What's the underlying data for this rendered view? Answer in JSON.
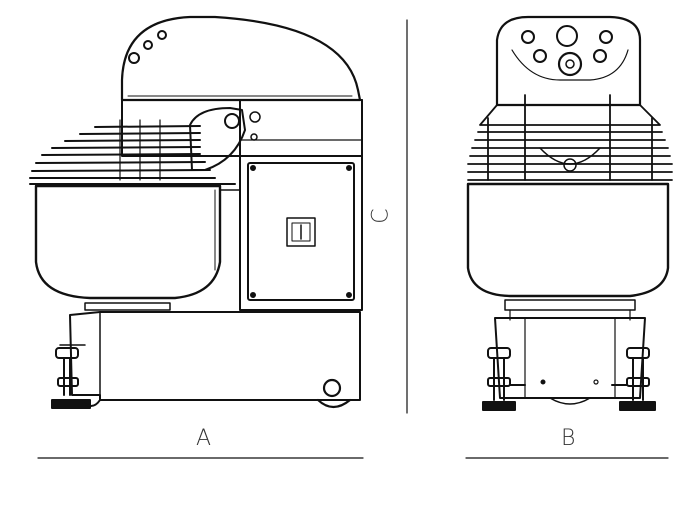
{
  "dimensions": {
    "a": "A",
    "b": "B",
    "c": "C"
  },
  "colors": {
    "line": "#111111",
    "background": "#ffffff"
  },
  "views": [
    "side-view",
    "front-view"
  ]
}
